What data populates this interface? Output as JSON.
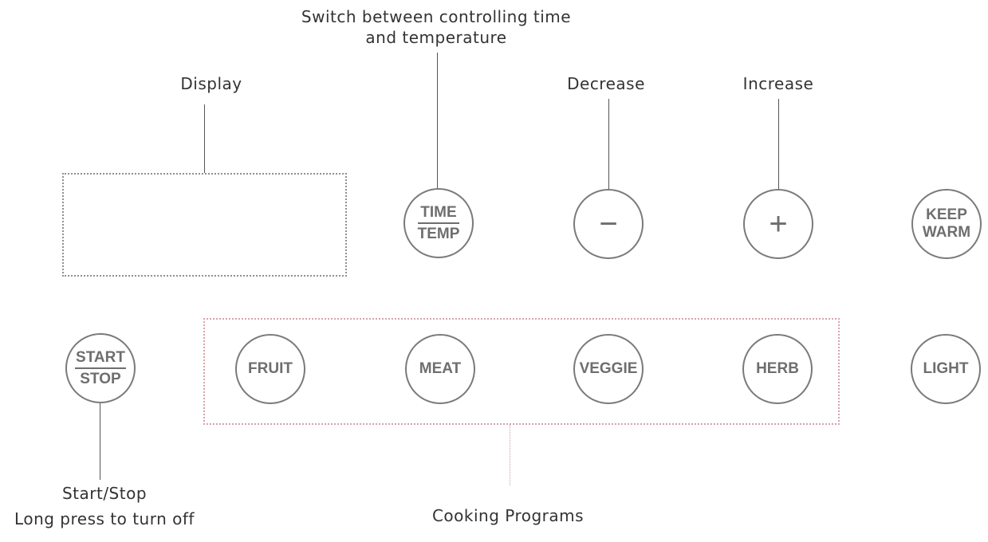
{
  "labels": {
    "switch_line1": "Switch between controlling time",
    "switch_line2": "and temperature",
    "display": "Display",
    "decrease": "Decrease",
    "increase": "Increase",
    "start_stop_line1": "Start/Stop",
    "start_stop_line2": "Long press to turn off",
    "cooking_programs": "Cooking Programs"
  },
  "buttons": {
    "time_temp": {
      "top": "TIME",
      "bottom": "TEMP"
    },
    "decrease_symbol": "−",
    "increase_symbol": "+",
    "keep_warm": {
      "line1": "KEEP",
      "line2": "WARM"
    },
    "start_stop": {
      "top": "START",
      "bottom": "STOP"
    },
    "fruit": "FRUIT",
    "meat": "MEAT",
    "veggie": "VEGGIE",
    "herb": "HERB",
    "light": "LIGHT"
  },
  "colors": {
    "button_border": "#7a7a7a",
    "button_text": "#6e6e6e",
    "programs_box": "#d7a3aa",
    "display_box": "#8f8f8f"
  }
}
